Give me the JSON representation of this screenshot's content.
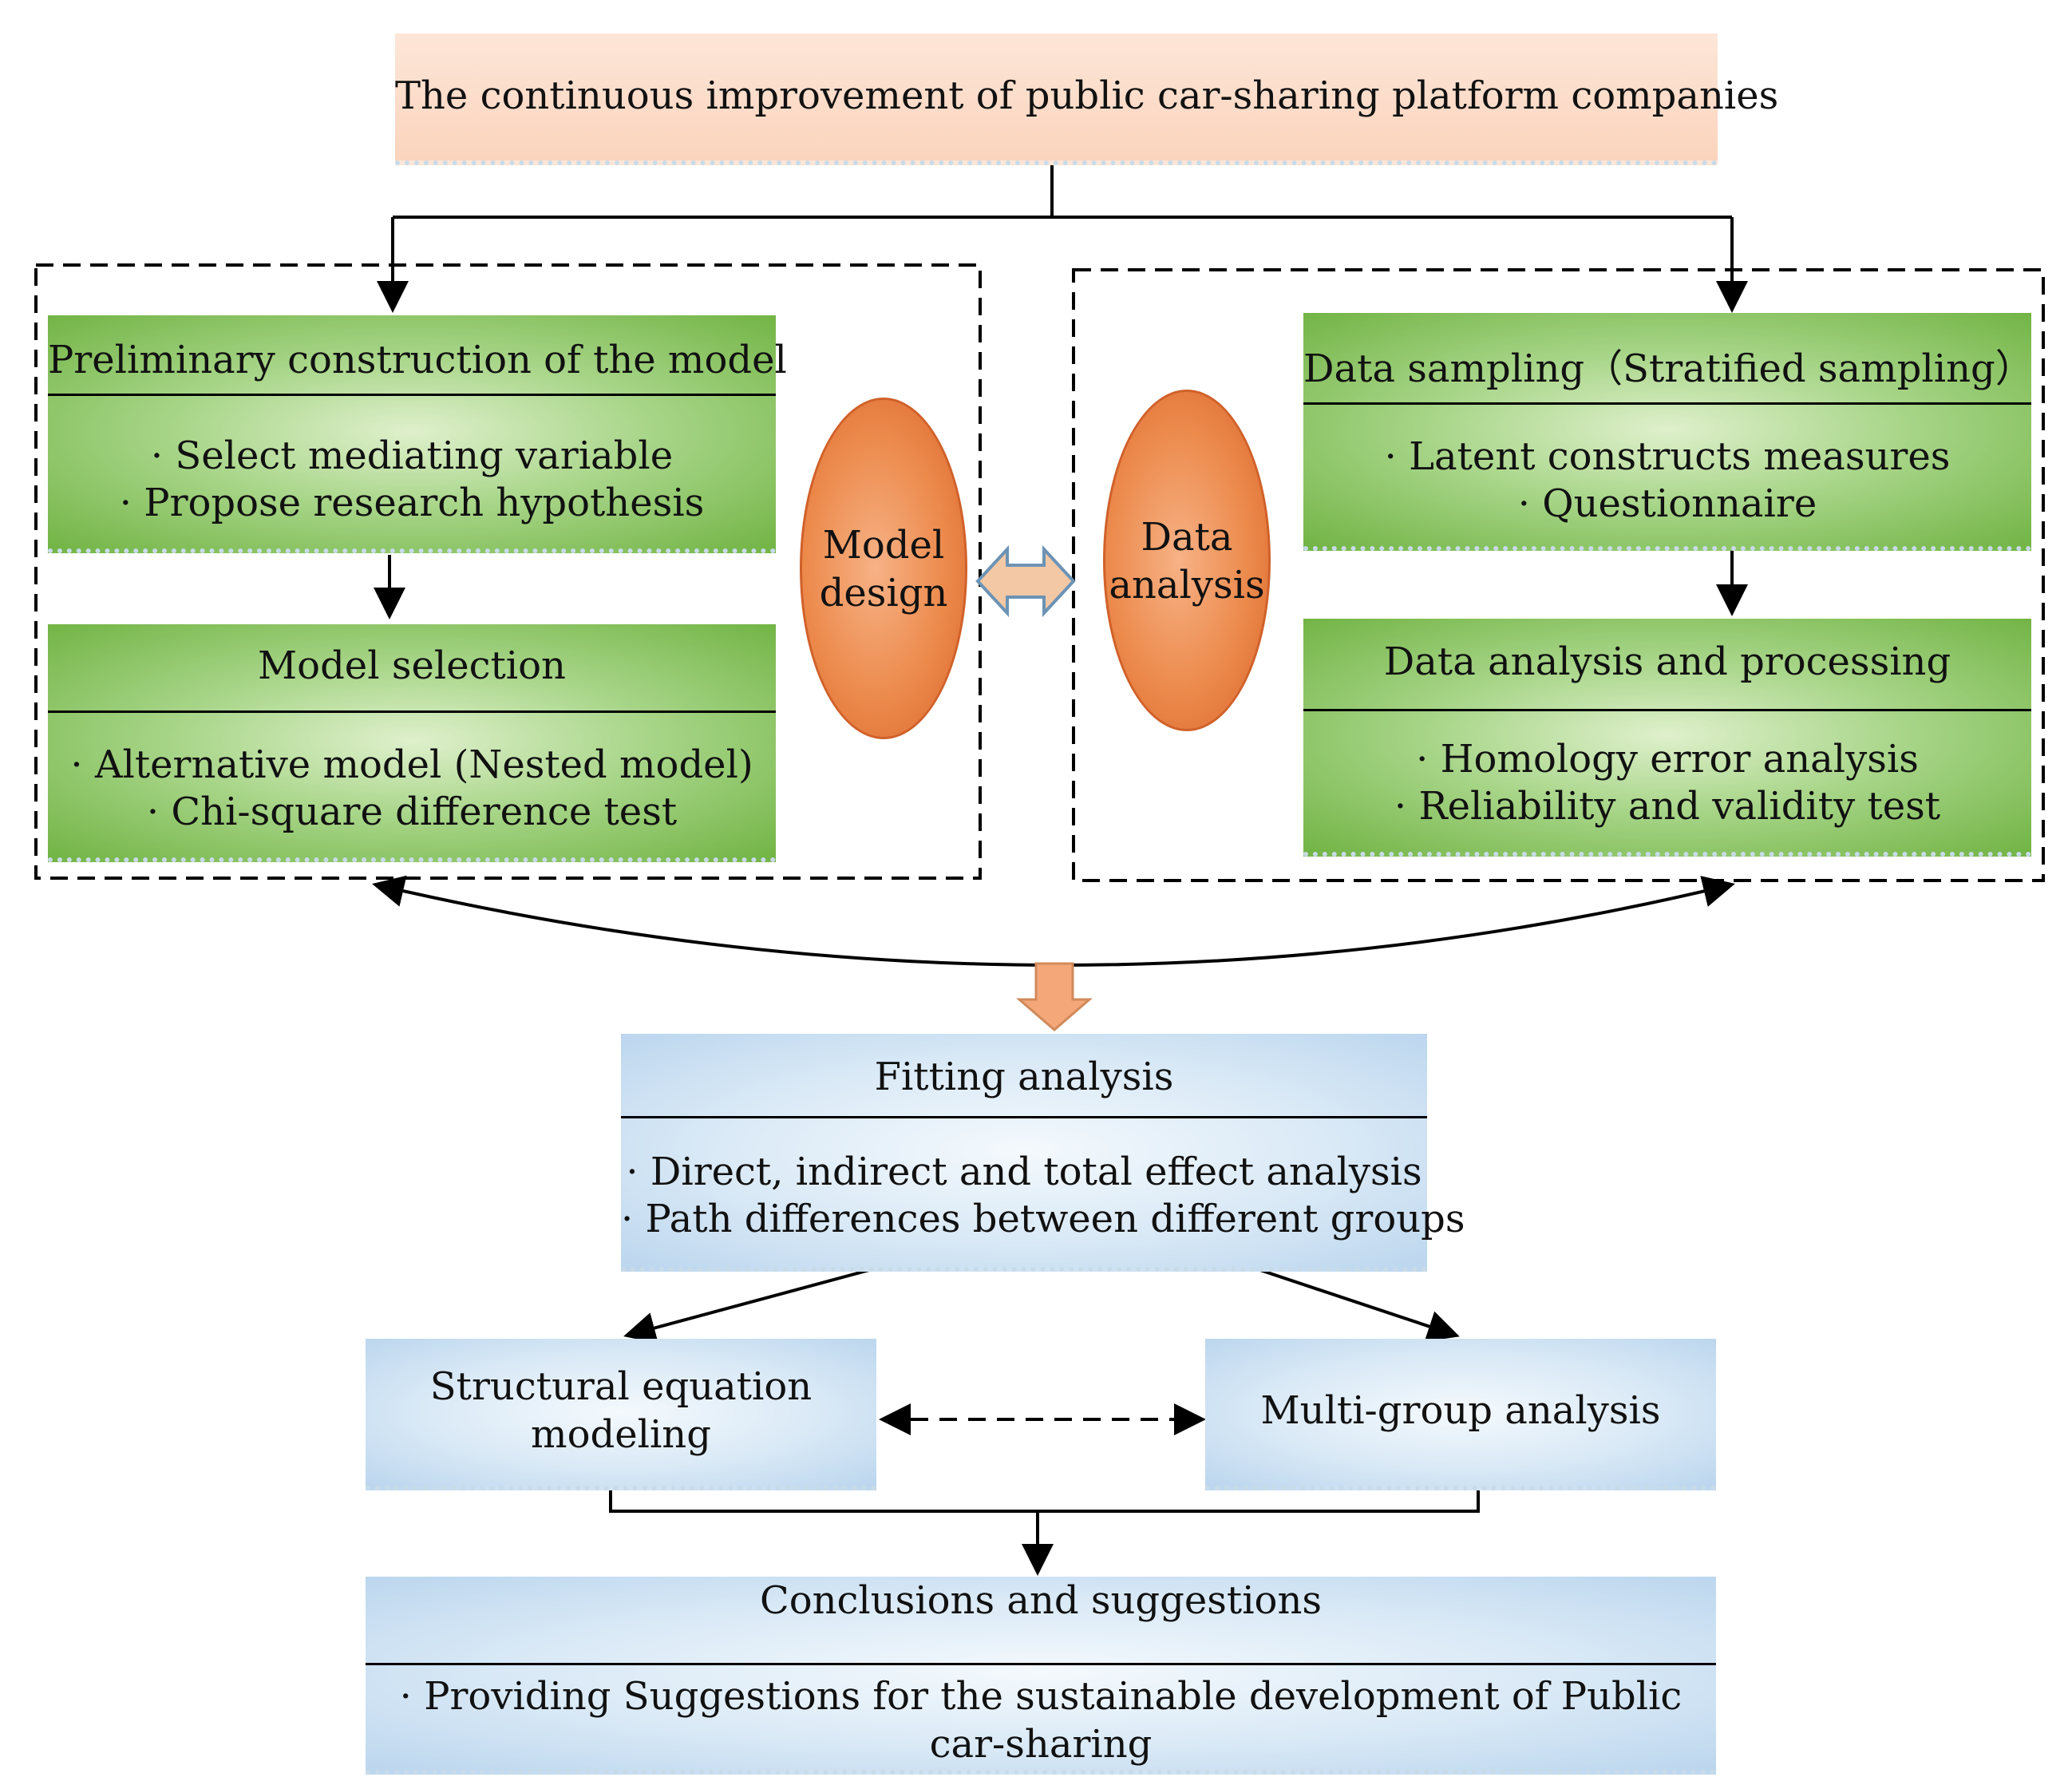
{
  "top": {
    "title": "The continuous improvement of public car-sharing platform companies"
  },
  "left": {
    "box1": {
      "title": "Preliminary construction of the model",
      "items": [
        "· Select mediating variable",
        "· Propose research hypothesis"
      ]
    },
    "box2": {
      "title": "Model selection",
      "items": [
        "· Alternative model (Nested model)",
        "· Chi-square difference test"
      ]
    },
    "ellipse": {
      "line1": "Model",
      "line2": "design"
    }
  },
  "right": {
    "box1": {
      "title": "Data sampling（Stratified sampling）",
      "items": [
        "· Latent constructs measures",
        "· Questionnaire"
      ]
    },
    "box2": {
      "title": "Data analysis and processing",
      "items": [
        "· Homology error analysis",
        "· Reliability and validity test"
      ]
    },
    "ellipse": {
      "line1": "Data",
      "line2": "analysis"
    }
  },
  "fitting": {
    "title": "Fitting analysis",
    "items": [
      "· Direct, indirect and total effect analysis",
      "· Path differences between different groups"
    ]
  },
  "sem": {
    "line1": "Structural equation",
    "line2": "modeling"
  },
  "multigroup": {
    "label": "Multi-group analysis"
  },
  "conclusions": {
    "title": "Conclusions and suggestions",
    "line1": "· Providing Suggestions for the sustainable development of Public",
    "line2": "car-sharing"
  },
  "colors": {
    "peach": "#fbd4bd",
    "green": "#72b445",
    "blue": "#d9e9f6",
    "orange": "#ec8a4c",
    "arrow_fill": "#f4a87a"
  }
}
